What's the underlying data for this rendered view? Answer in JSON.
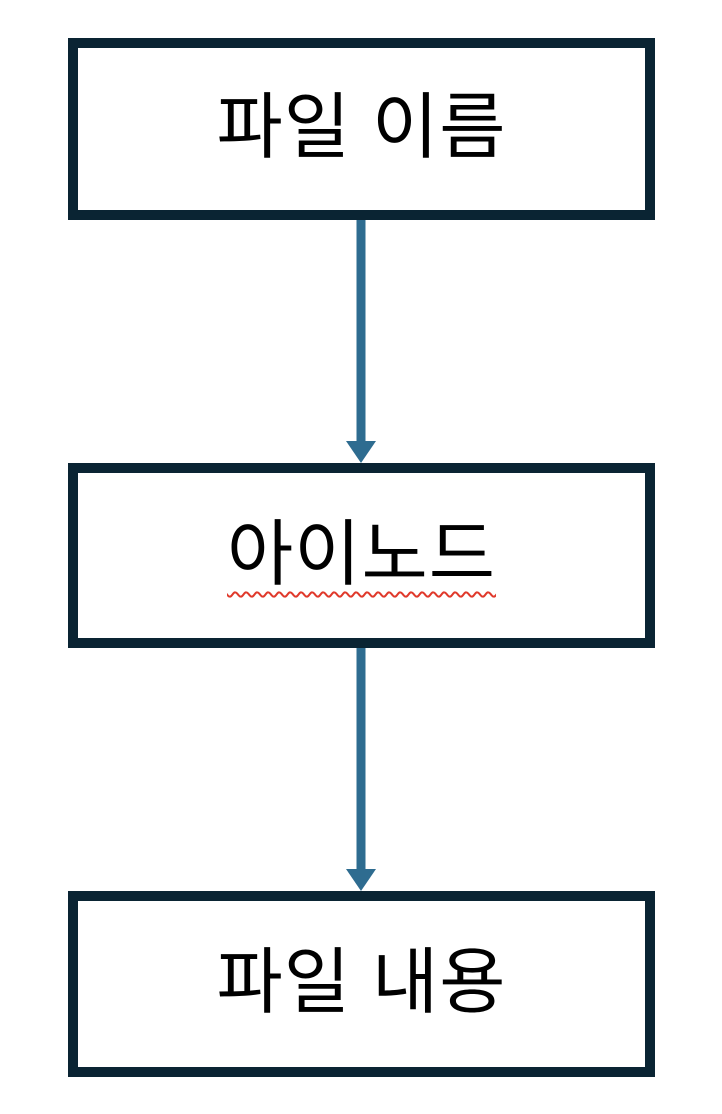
{
  "diagram": {
    "type": "flowchart",
    "direction": "top-down",
    "nodes": [
      {
        "id": "file-name",
        "label": "파일 이름",
        "misspelled": false
      },
      {
        "id": "inode",
        "label": "아이노드",
        "misspelled": true
      },
      {
        "id": "file-content",
        "label": "파일 내용",
        "misspelled": false
      }
    ],
    "edges": [
      {
        "from": "file-name",
        "to": "inode"
      },
      {
        "from": "inode",
        "to": "file-content"
      }
    ],
    "colors": {
      "box_border": "#0a2433",
      "box_fill": "#ffffff",
      "arrow": "#2e6c90",
      "text": "#000000",
      "spellcheck_underline": "#e0392b",
      "background": "#ffffff"
    }
  }
}
